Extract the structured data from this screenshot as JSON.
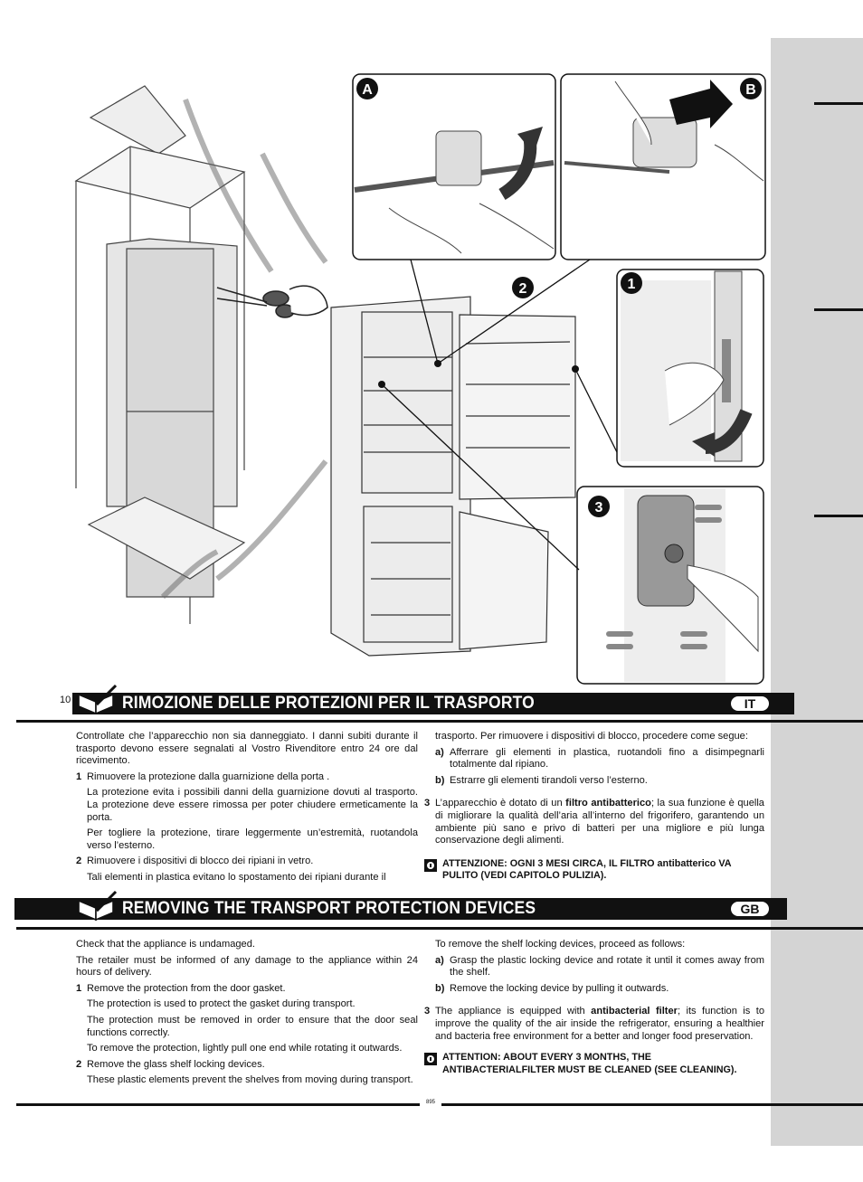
{
  "page_number": "10",
  "footer_code": "895",
  "illustration": {
    "labels": [
      "A",
      "B",
      "2",
      "1",
      "3"
    ]
  },
  "it": {
    "title": "RIMOZIONE DELLE PROTEZIONI PER IL TRASPORTO",
    "lang": "IT",
    "col1": {
      "intro": "Controllate che l’apparecchio non sia danneggiato. I danni subiti durante il trasporto devono essere segnalati al Vostro Rivenditore entro 24 ore dal ricevimento.",
      "s1_num": "1",
      "s1": "Rimuovere la protezione dalla guarnizione della porta .",
      "s1_p1": "La protezione evita i possibili danni della guarnizione dovuti al trasporto. La protezione deve essere rimossa per poter chiudere ermeticamente la porta.",
      "s1_p2": "Per togliere la protezione, tirare leggermente un’estremità, ruotandola verso l’esterno.",
      "s2_num": "2",
      "s2": "Rimuovere i dispositivi di blocco dei ripiani in vetro.",
      "s2_p1": "Tali elementi in plastica evitano lo spostamento dei ripiani durante il"
    },
    "col2": {
      "cont": "trasporto. Per rimuovere i dispositivi di blocco, procedere come segue:",
      "a_l": "a)",
      "a": "Afferrare gli elementi in plastica, ruotandoli fino a disimpegnarli totalmente dal ripiano.",
      "b_l": "b)",
      "b": "Estrarre gli elementi tirandoli verso l’esterno.",
      "s3_num": "3",
      "s3_pre": "L’apparecchio è dotato di un ",
      "s3_bold": "filtro antibatterico",
      "s3_post": "; la sua funzione è quella di migliorare la qualità dell’aria all’interno del frigorifero, garantendo un ambiente più sano e privo di batteri per una migliore e più lunga conservazione degli alimenti.",
      "warn": "ATTENZIONE: OGNI 3 MESI CIRCA, IL FILTRO antibatterico VA PULITO (VEDI CAPITOLO PULIZIA)."
    }
  },
  "gb": {
    "title": "REMOVING THE TRANSPORT PROTECTION DEVICES",
    "lang": "GB",
    "col1": {
      "check": "Check that the appliance is undamaged.",
      "retailer": "The retailer must be informed of any damage to the appliance within 24 hours of delivery.",
      "s1_num": "1",
      "s1": "Remove the protection from the door gasket.",
      "s1_p1": "The protection is used to protect the gasket during transport.",
      "s1_p2": "The protection must be removed in order to ensure that the door seal functions correctly.",
      "s1_p3": "To remove the protection, lightly pull one end while rotating it outwards.",
      "s2_num": "2",
      "s2": "Remove the glass shelf locking devices.",
      "s2_p1": "These plastic elements prevent the shelves from moving during transport."
    },
    "col2": {
      "intro": "To remove the shelf locking devices, proceed as follows:",
      "a_l": "a)",
      "a": "Grasp the plastic locking device and rotate it until it comes away from the shelf.",
      "b_l": "b)",
      "b": "Remove the locking device by pulling it outwards.",
      "s3_num": "3",
      "s3_pre": "The appliance is equipped with ",
      "s3_bold": "antibacterial filter",
      "s3_post": "; its function is to improve the quality of the air inside the refrigerator, ensuring a healthier and bacteria free environment for a better and longer food preservation.",
      "warn": "ATTENTION: ABOUT EVERY 3 MONTHS, THE ANTIBACTERIALFILTER MUST BE CLEANED (SEE CLEANING)."
    }
  }
}
